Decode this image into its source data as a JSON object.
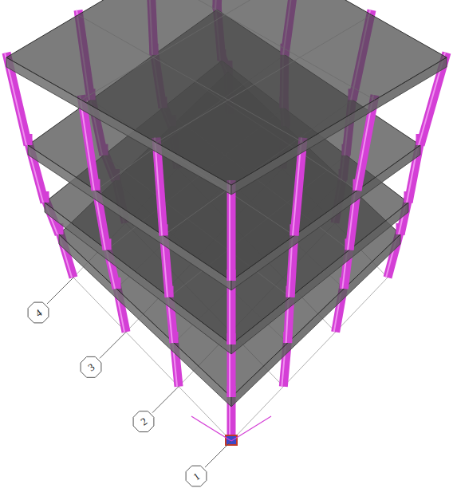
{
  "diagram": {
    "labels": [
      "4",
      "3",
      "2",
      "1"
    ]
  }
}
